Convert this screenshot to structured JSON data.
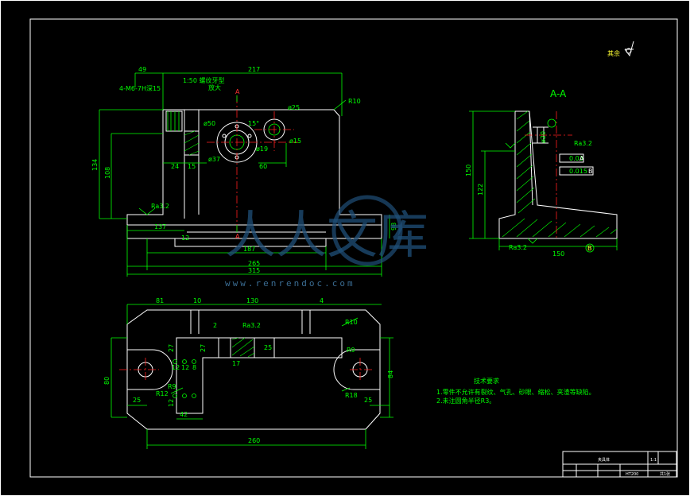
{
  "surface_finish_note": "其余",
  "section_label": "A-A",
  "watermark": {
    "chars": "人人文库",
    "url": "www.renrendoc.com"
  },
  "front_view": {
    "dims": [
      "49",
      "217",
      "4-M6-7H深15",
      "1:50 螺纹牙型",
      "放大",
      "R10",
      "ø25",
      "ø50",
      "15°",
      "ø19",
      "ø15",
      "ø37",
      "60",
      "134",
      "108",
      "24",
      "15",
      "Ra3.2",
      "137",
      "12",
      "187",
      "265",
      "315",
      "98"
    ],
    "section_marks": [
      "A",
      "A"
    ]
  },
  "section_view": {
    "dims": [
      "ø20",
      "Ra3.2",
      "0.03",
      "A",
      "0.015",
      "B",
      "150",
      "122",
      "Ra3.2",
      "150",
      "B"
    ]
  },
  "top_view": {
    "dims": [
      "81",
      "10",
      "130",
      "4",
      "2",
      "Ra3.2",
      "R10",
      "27",
      "12",
      "12",
      "8",
      "27",
      "17",
      "25",
      "80",
      "R9",
      "R12",
      "12",
      "25",
      "42",
      "260",
      "R9",
      "R18",
      "84",
      "25"
    ]
  },
  "tech_requirements": {
    "title": "技术要求",
    "items": [
      "1.零件不允许有裂纹、气孔、砂眼、缩松、夹渣等缺陷。",
      "2.未注圆角半径R3。"
    ]
  },
  "title_block": {
    "part_name": "夹具体",
    "scale": "1:1",
    "material": "HT200",
    "sheet": "共1张"
  }
}
